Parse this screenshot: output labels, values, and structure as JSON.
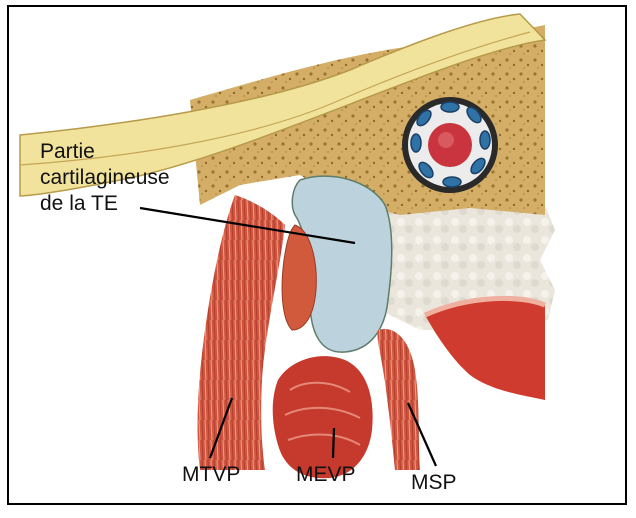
{
  "figure": {
    "title_lines": [
      "Partie",
      "cartilagineuse",
      "de la TE"
    ],
    "labels": {
      "mtvp": "MTVP",
      "mevp": "MEVP",
      "msp": "MSP"
    },
    "colors": {
      "bone": "#d2ad63",
      "bone_dark": "#a8813a",
      "skin": "#f2e3a0",
      "cartilage": "#b8d0da",
      "muscle": "#c94a3a",
      "muscle_light": "#e58a6e",
      "mucosa": "#e9e3d8",
      "vessel_red": "#cc3340",
      "vessel_blue": "#2e6fa0"
    }
  }
}
